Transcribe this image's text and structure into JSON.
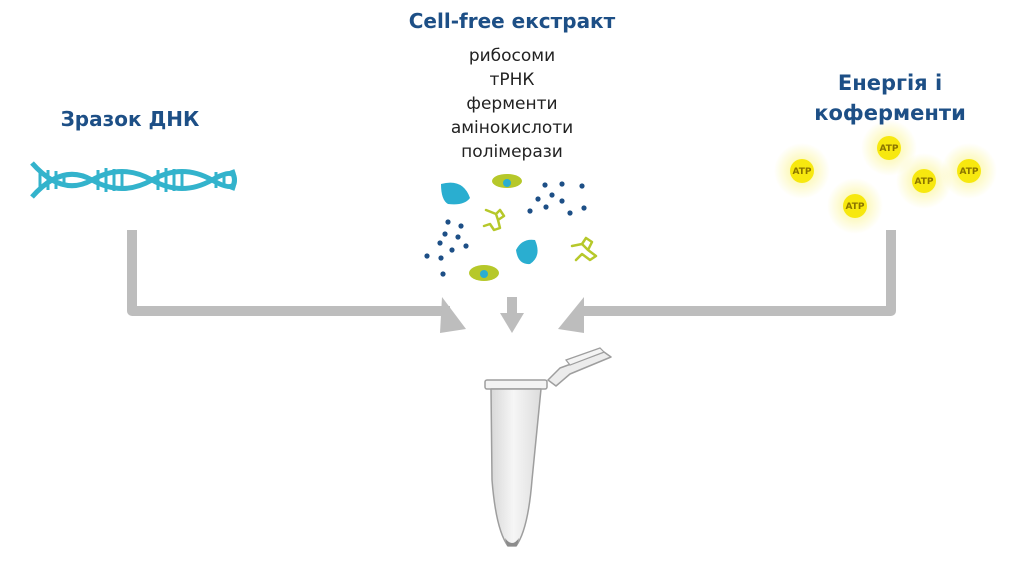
{
  "sources": {
    "extract": {
      "title": "Cell-free екстракт",
      "components": [
        "рибосоми",
        "тРНК",
        "ферменти",
        "амінокислоти",
        "полімерази"
      ]
    },
    "dna": {
      "title": "Зразок ДНК"
    },
    "energy": {
      "title_line1": "Енергія і",
      "title_line2": "коферменти"
    }
  },
  "atp_label": "ATP",
  "colors": {
    "heading": "#1d4f86",
    "dna": "#33b3cc",
    "ribosome": "#2aaed0",
    "trna": "#b6c82a",
    "dots": "#1d4f86",
    "atp": "#f7e80f",
    "arrows": "#bdbdbd"
  }
}
